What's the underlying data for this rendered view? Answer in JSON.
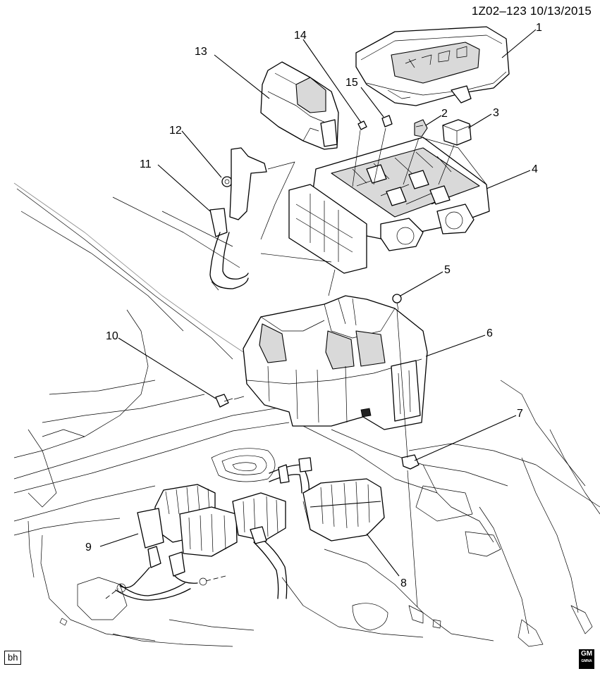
{
  "header": {
    "reference": "1Z02–123  10/13/2015"
  },
  "callouts": {
    "c1": "1",
    "c2": "2",
    "c3": "3",
    "c4": "4",
    "c5": "5",
    "c6": "6",
    "c7": "7",
    "c8": "8",
    "c9": "9",
    "c10": "10",
    "c11": "11",
    "c12": "12",
    "c13": "13",
    "c14": "14",
    "c15": "15"
  },
  "footer": {
    "code": "bh",
    "logo_text": "GM",
    "logo_subtext": "GMNA"
  },
  "icons": [
    "gm-logo-icon"
  ]
}
